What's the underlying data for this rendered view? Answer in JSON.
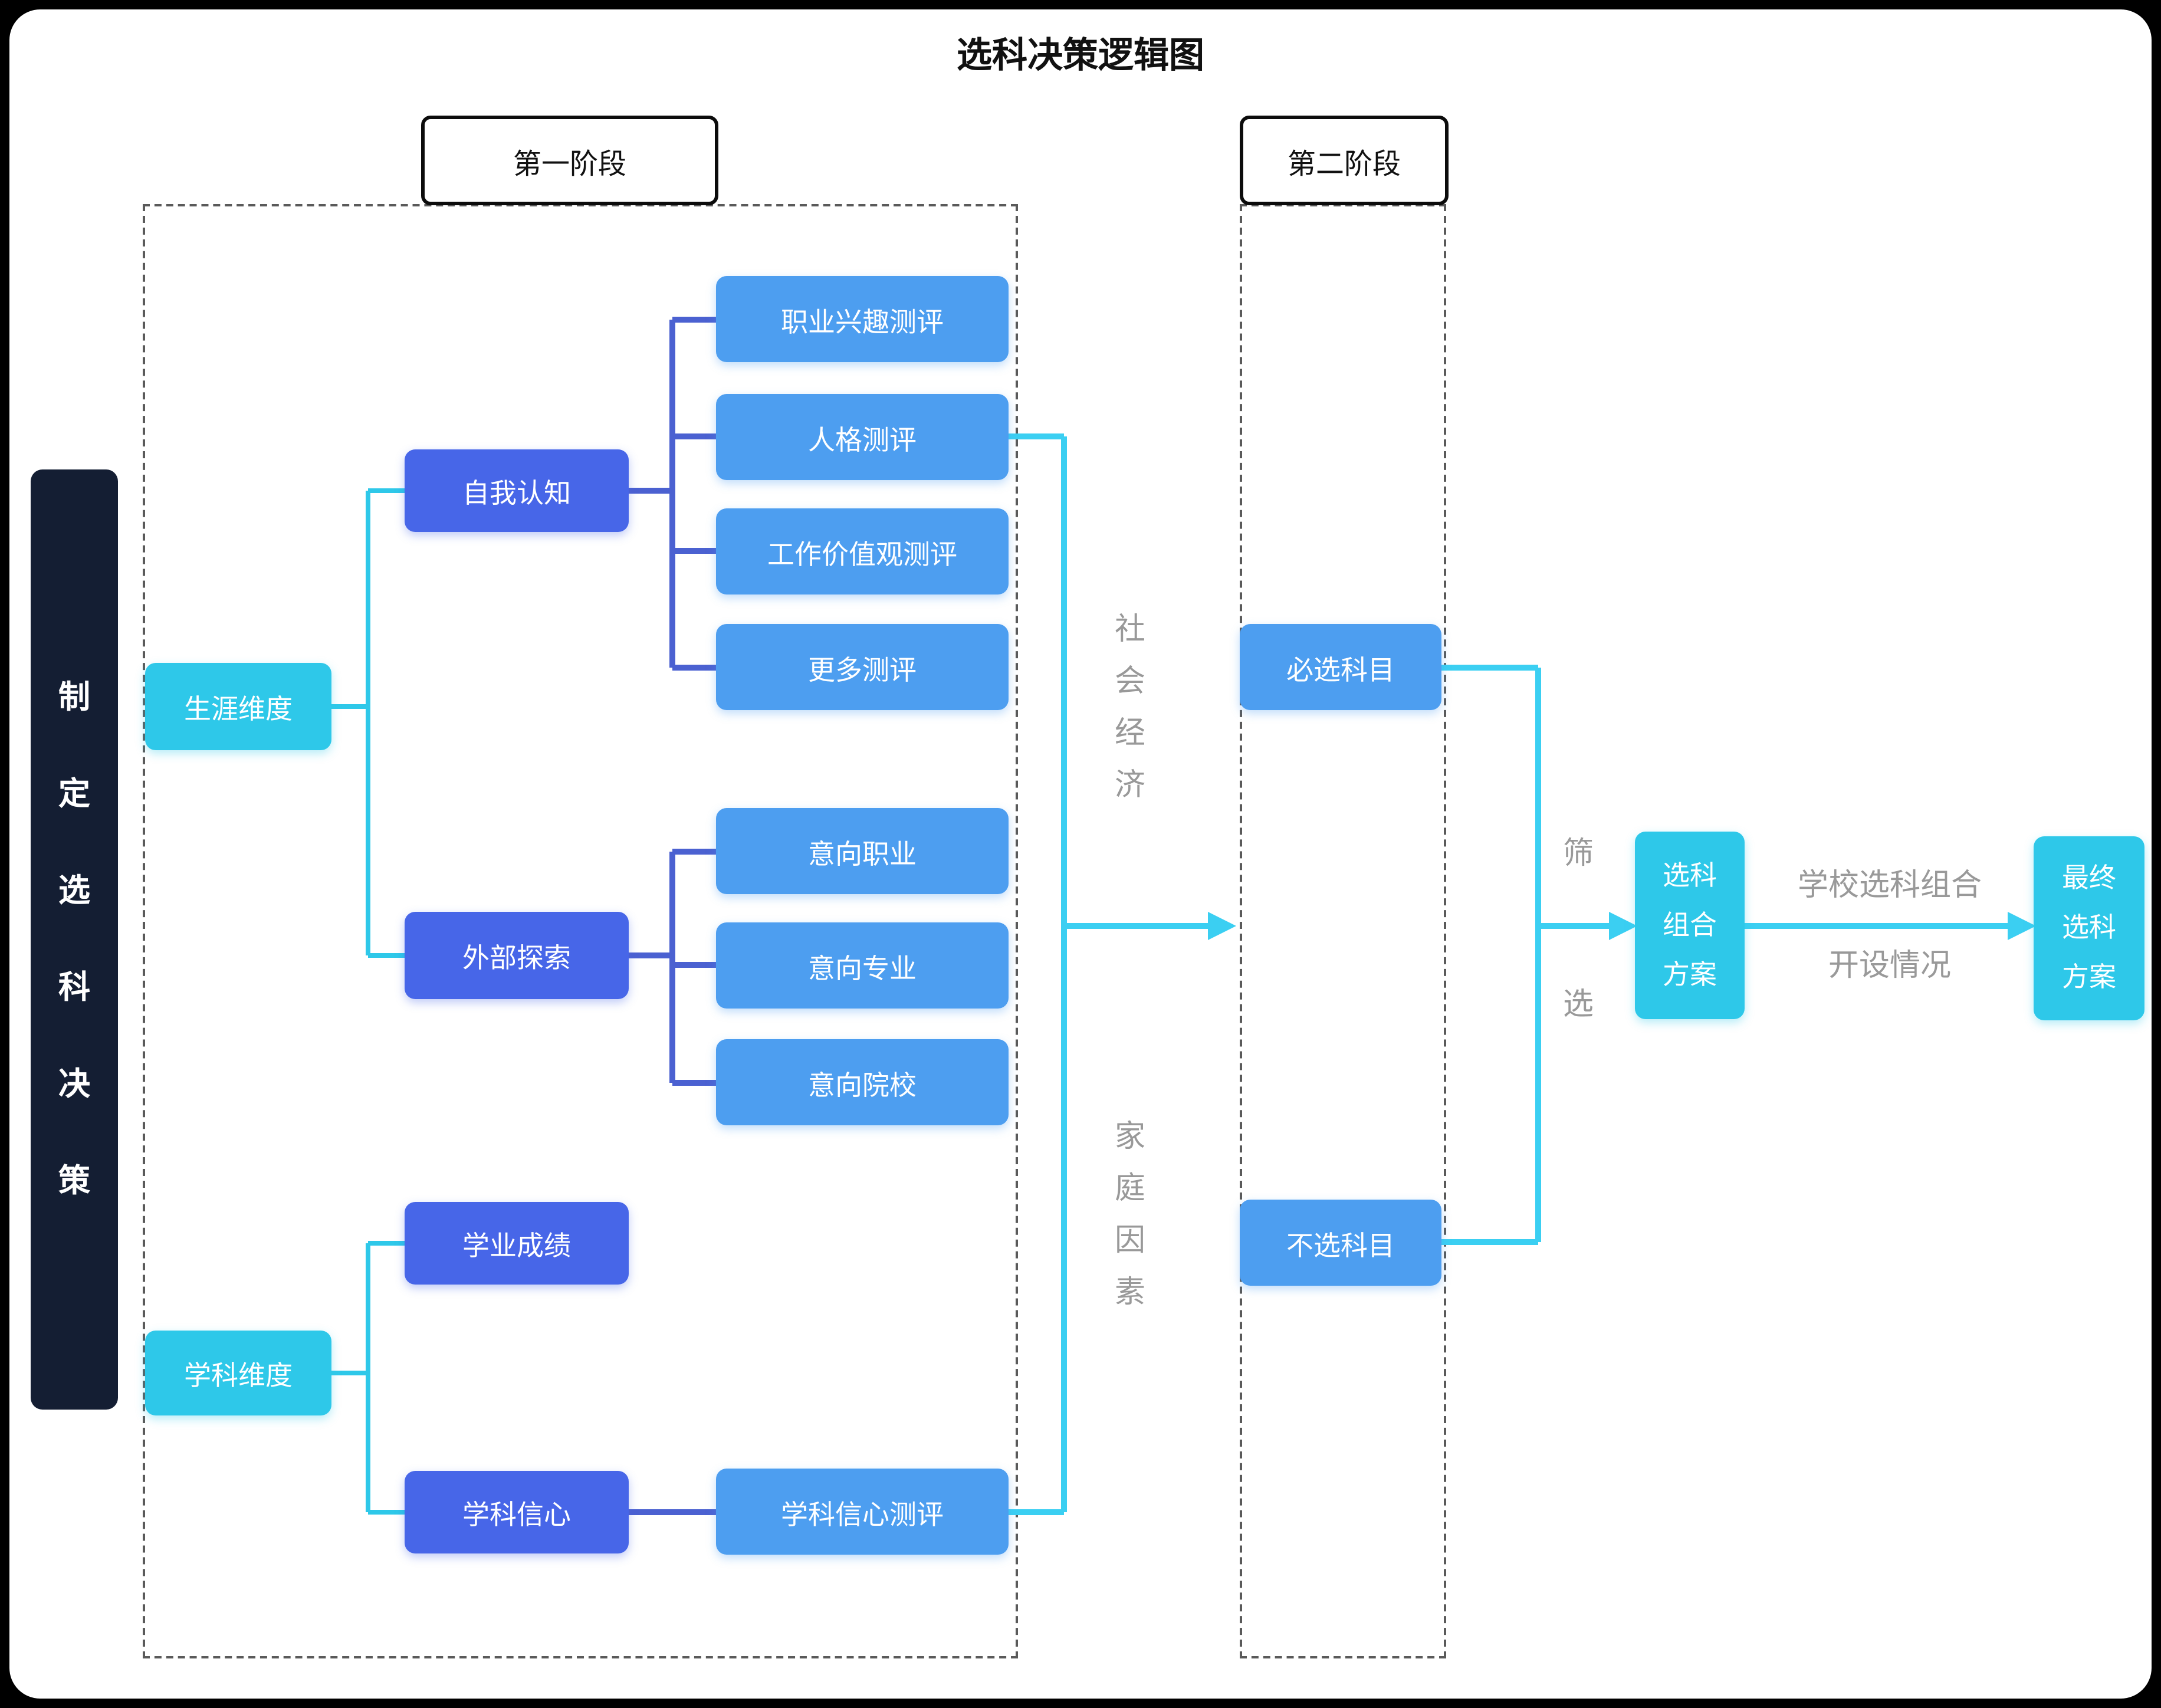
{
  "title": "选科决策逻辑图",
  "stages": {
    "stage1": "第一阶段",
    "stage2": "第二阶段"
  },
  "root": {
    "label": "制定选科决策"
  },
  "nodes": {
    "career_dim": "生涯维度",
    "subject_dim": "学科维度",
    "self_cognition": "自我认知",
    "external_explore": "外部探索",
    "academic_score": "学业成绩",
    "subject_confidence": "学科信心",
    "career_interest_test": "职业兴趣测评",
    "personality_test": "人格测评",
    "work_values_test": "工作价值观测评",
    "more_tests": "更多测评",
    "intended_career": "意向职业",
    "intended_major": "意向专业",
    "intended_college": "意向院校",
    "subject_confidence_test": "学科信心测评",
    "required_subjects": "必选科目",
    "excluded_subjects": "不选科目",
    "combo_plan": "选科组合方案",
    "final_plan": "最终选科方案"
  },
  "annotations": {
    "social_economic": "社会经济",
    "family_factors": "家庭因素",
    "screening": "筛选",
    "school_combo_line1": "学校选科组合",
    "school_combo_line2": "开设情况"
  },
  "colors": {
    "cyan_node": "#2EC8E9",
    "blue_node": "#4766E8",
    "light_blue_node": "#4D9EF0",
    "dark_root": "#141E33",
    "flow_line": "#3BCFF2",
    "branch_line": "#2EC8E9",
    "bracket_line": "#4B61D1",
    "gray_text": "#999999"
  }
}
